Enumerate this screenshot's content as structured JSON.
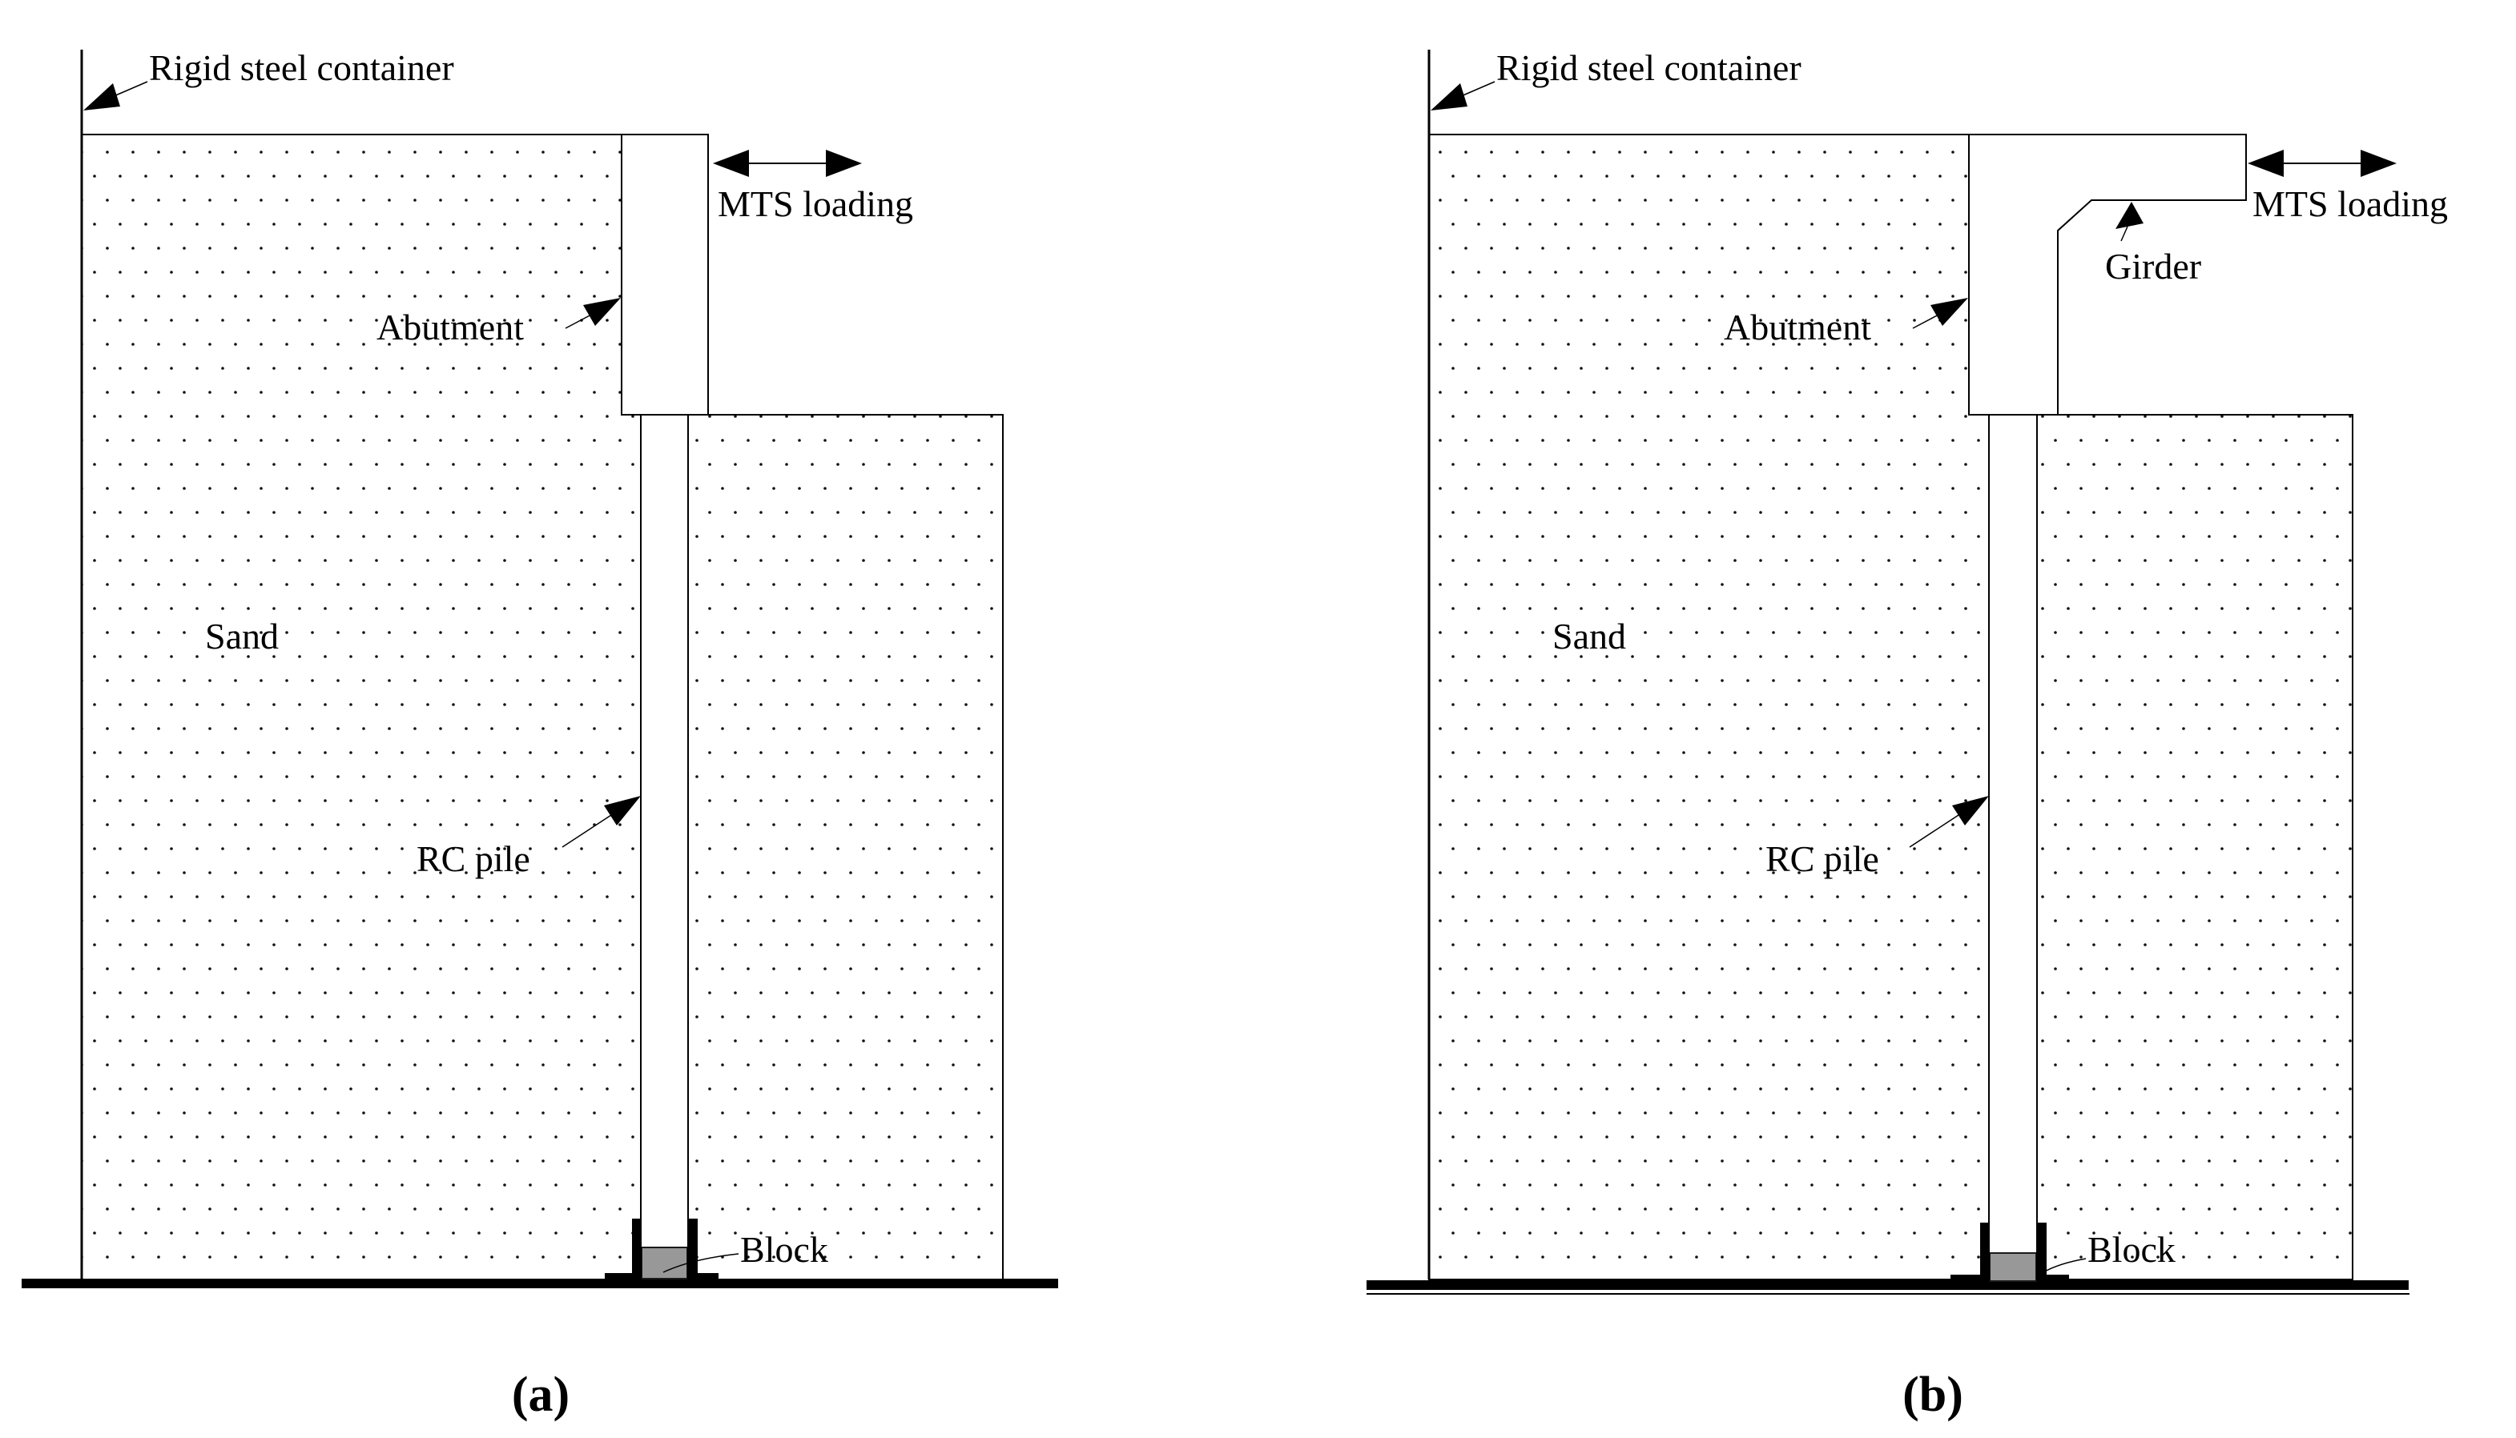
{
  "figure": {
    "background": "#ffffff",
    "line_color": "#000000",
    "block_fill": "#989898",
    "panels": [
      {
        "caption": "(a)",
        "labels": {
          "container": "Rigid steel container",
          "mts": "MTS loading",
          "abutment": "Abutment",
          "sand": "Sand",
          "pile": "RC pile",
          "block": "Block"
        }
      },
      {
        "caption": "(b)",
        "labels": {
          "container": "Rigid steel container",
          "mts": "MTS loading",
          "abutment": "Abutment",
          "girder": "Girder",
          "sand": "Sand",
          "pile": "RC pile",
          "block": "Block"
        }
      }
    ]
  }
}
